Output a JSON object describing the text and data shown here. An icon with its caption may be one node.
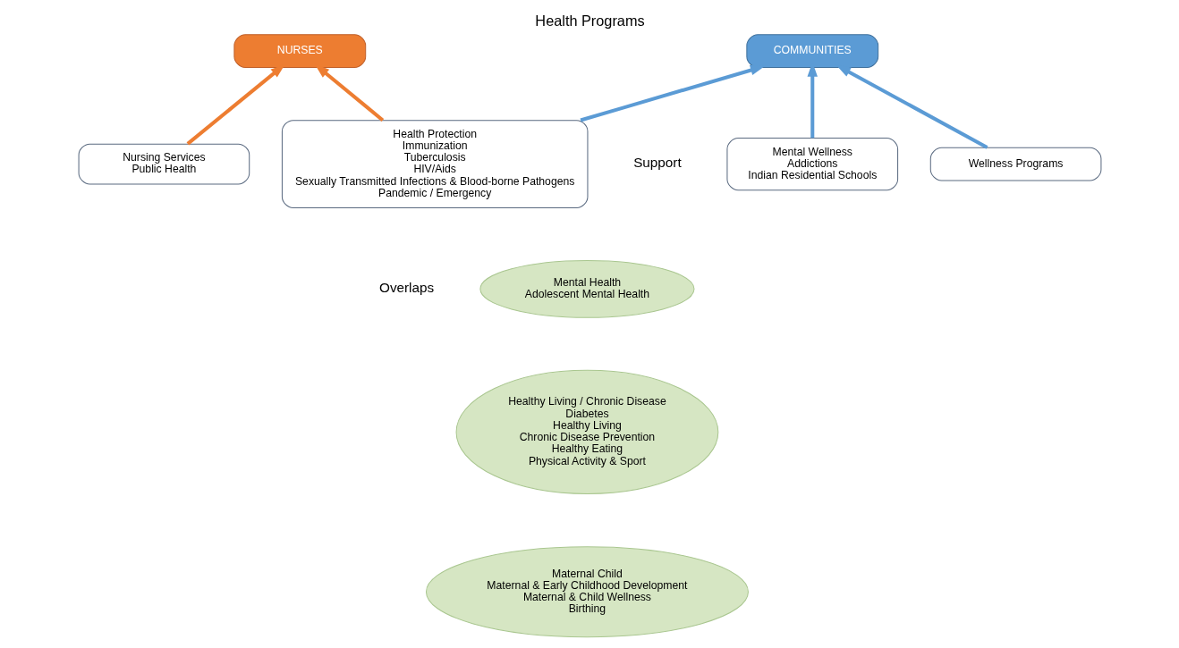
{
  "diagram": {
    "title": "Health Programs",
    "nodes": [
      {
        "text": [
          "NURSES"
        ]
      },
      {
        "text": [
          "COMMUNITIES"
        ]
      },
      {
        "text": [
          "Mental Wellness",
          "Addictions",
          "Indian Residential Schools"
        ]
      },
      {
        "text": [
          "Nursing Services",
          "Public Health"
        ]
      },
      {
        "text": [
          "Wellness Programs"
        ]
      },
      {
        "text": [
          "Health Protection",
          "Immunization",
          "Tuberculosis",
          "HIV/Aids",
          "Sexually Transmitted Infections & Blood-borne Pathogens",
          "Pandemic / Emergency"
        ]
      },
      {
        "text": [
          "Mental Health",
          "Adolescent Mental Health"
        ]
      },
      {
        "text": [
          "Healthy Living / Chronic Disease",
          "Diabetes",
          "Healthy Living",
          "Chronic Disease Prevention",
          "Healthy Eating",
          "Physical Activity & Sport"
        ]
      },
      {
        "text": [
          "Maternal Child",
          "Maternal & Early Childhood Development",
          "Maternal & Child Wellness",
          "Birthing"
        ]
      }
    ],
    "edges": [
      {
        "from": 2,
        "to": 1,
        "arrow": "to"
      },
      {
        "from": 3,
        "to": 0,
        "arrow": "to",
        "color": "#ed7d31"
      },
      {
        "from": 4,
        "to": 1,
        "arrow": "to"
      },
      {
        "from": 5,
        "to": 0,
        "arrow": "to",
        "color": "#ed7d31"
      },
      {
        "from": 5,
        "to": 1,
        "arrow": "to"
      }
    ],
    "labels": [
      "Support",
      "Overlaps"
    ]
  }
}
